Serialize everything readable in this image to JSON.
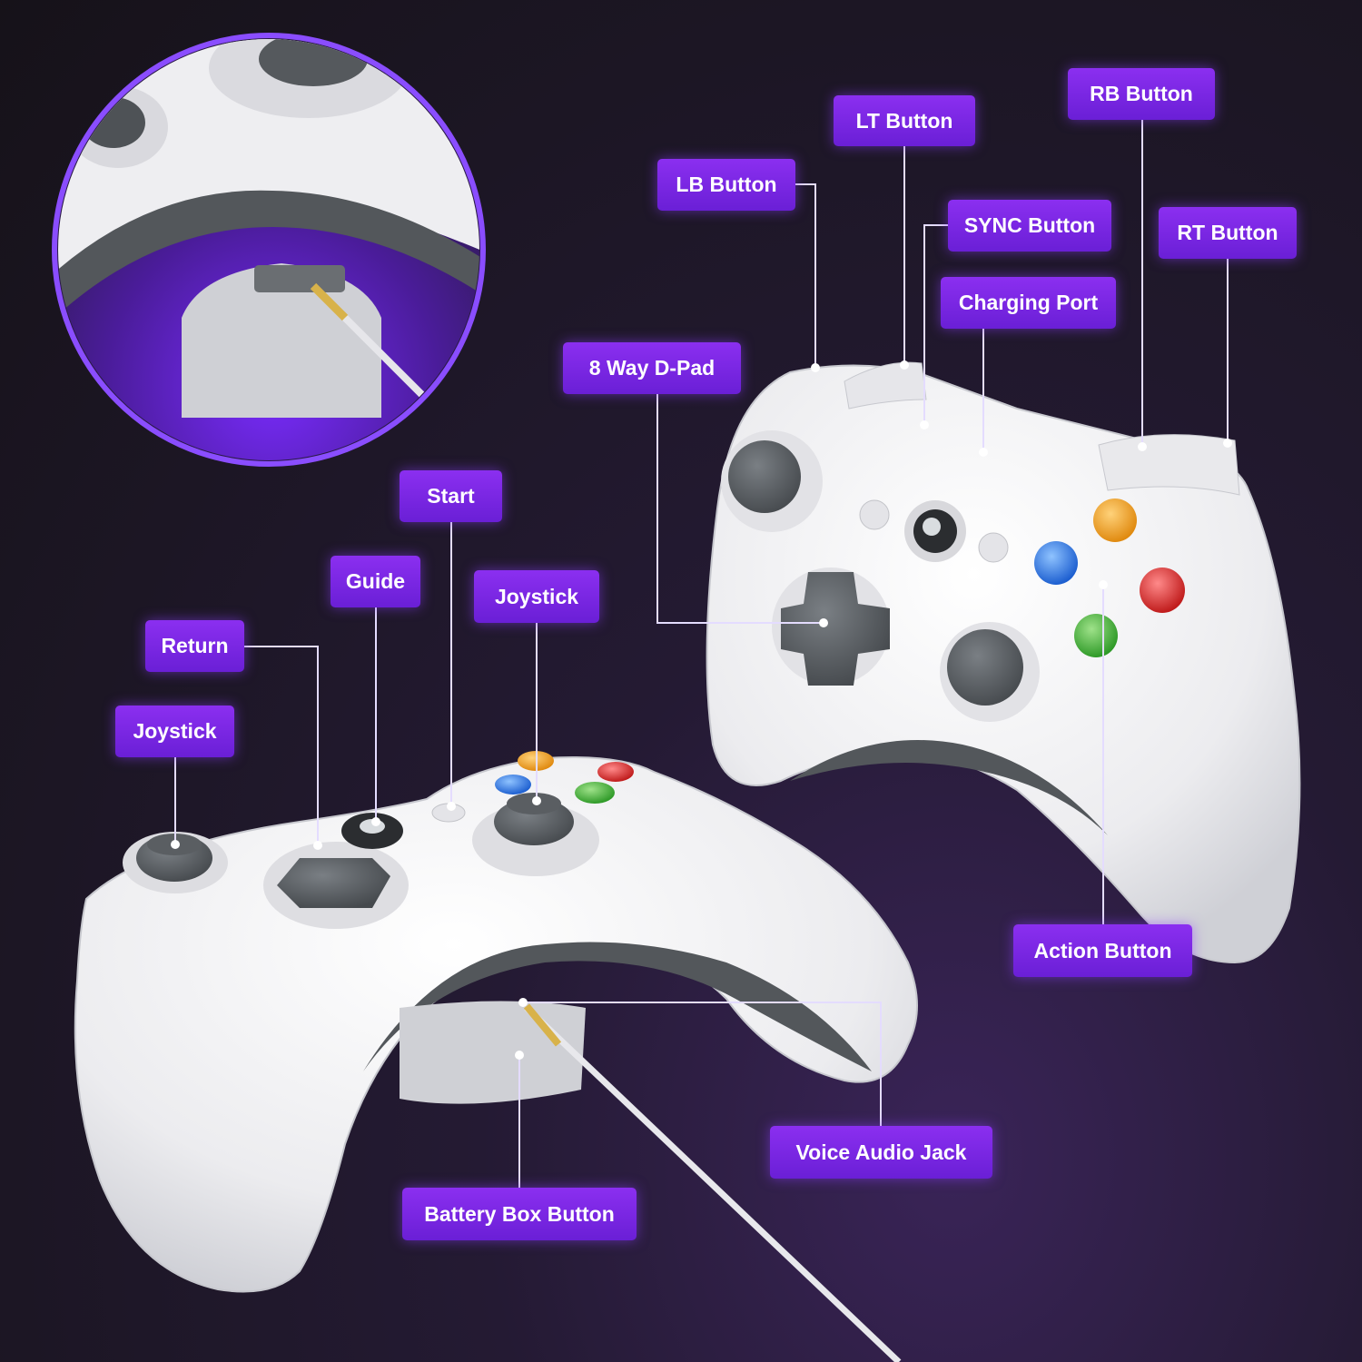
{
  "labels": {
    "rb_button": "RB Button",
    "lt_button": "LT Button",
    "lb_button": "LB Button",
    "sync_button": "SYNC Button",
    "rt_button": "RT Button",
    "charging_port": "Charging Port",
    "dpad": "8 Way D-Pad",
    "start": "Start",
    "guide": "Guide",
    "joystick_right": "Joystick",
    "return": "Return",
    "joystick_left": "Joystick",
    "action_button": "Action Button",
    "voice_audio_jack": "Voice Audio Jack",
    "battery_box_button": "Battery Box Button"
  },
  "colors": {
    "label_bg": "#7b24e8",
    "leader_line": "#e4dcff",
    "controller_body": "#f2f2f4",
    "controller_grey": "#5d6165",
    "button_yellow": "#f0a020",
    "button_blue": "#2a7be0",
    "button_red": "#d62a2a",
    "button_green": "#3aa832",
    "inset_ring": "#7b3cff"
  }
}
